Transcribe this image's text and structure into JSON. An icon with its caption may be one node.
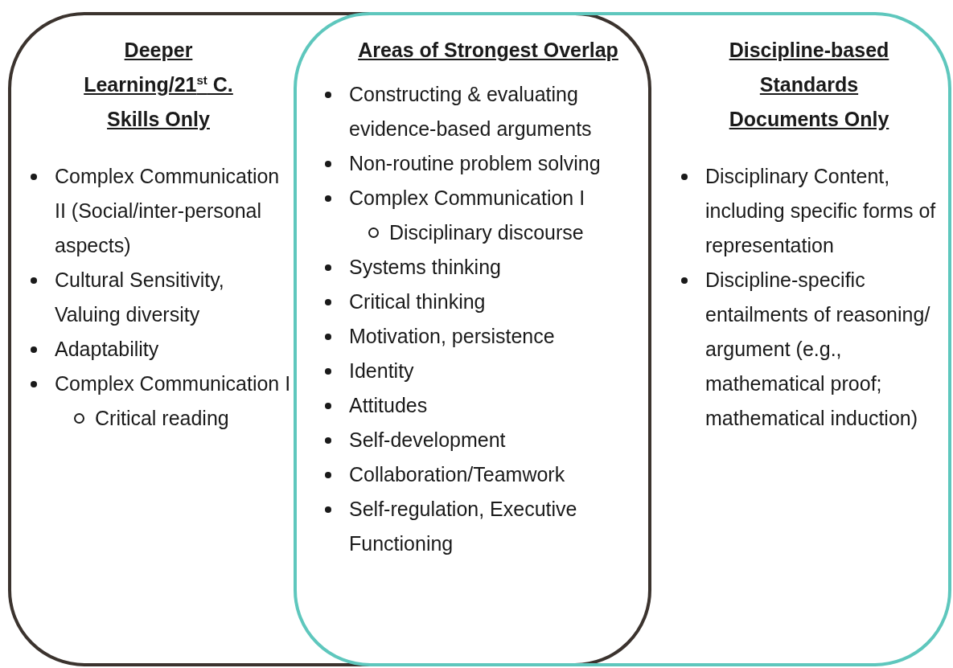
{
  "diagram": {
    "nodes": [
      {
        "text": [
          "Deeper Learning/21$^{st}$ C. Skills Only",
          "Complex Communication II (Social/inter-personal aspects)",
          "Cultural Sensitivity, Valuing diversity",
          "Adaptability",
          "Complex Communication I",
          "Critical reading"
        ]
      },
      {
        "text": [
          "Discipline-based Standards Documents Only",
          "Disciplinary Content, including specific forms of representation",
          "Discipline-specific entailments of reasoning/ argument (e.g., mathematical proof; mathematical induction)"
        ]
      }
    ],
    "labels": [
      "Areas of Strongest Overlap",
      "Constructing & evaluating evidence-based arguments",
      "Non-routine problem solving",
      "Complex Communication I",
      "Disciplinary discourse",
      "Systems thinking",
      "Critical thinking",
      "Motivation, persistence",
      "Identity",
      "Attitudes",
      "Self-development",
      "Collaboration/Teamwork",
      "Self-regulation, Executive Functioning"
    ]
  }
}
